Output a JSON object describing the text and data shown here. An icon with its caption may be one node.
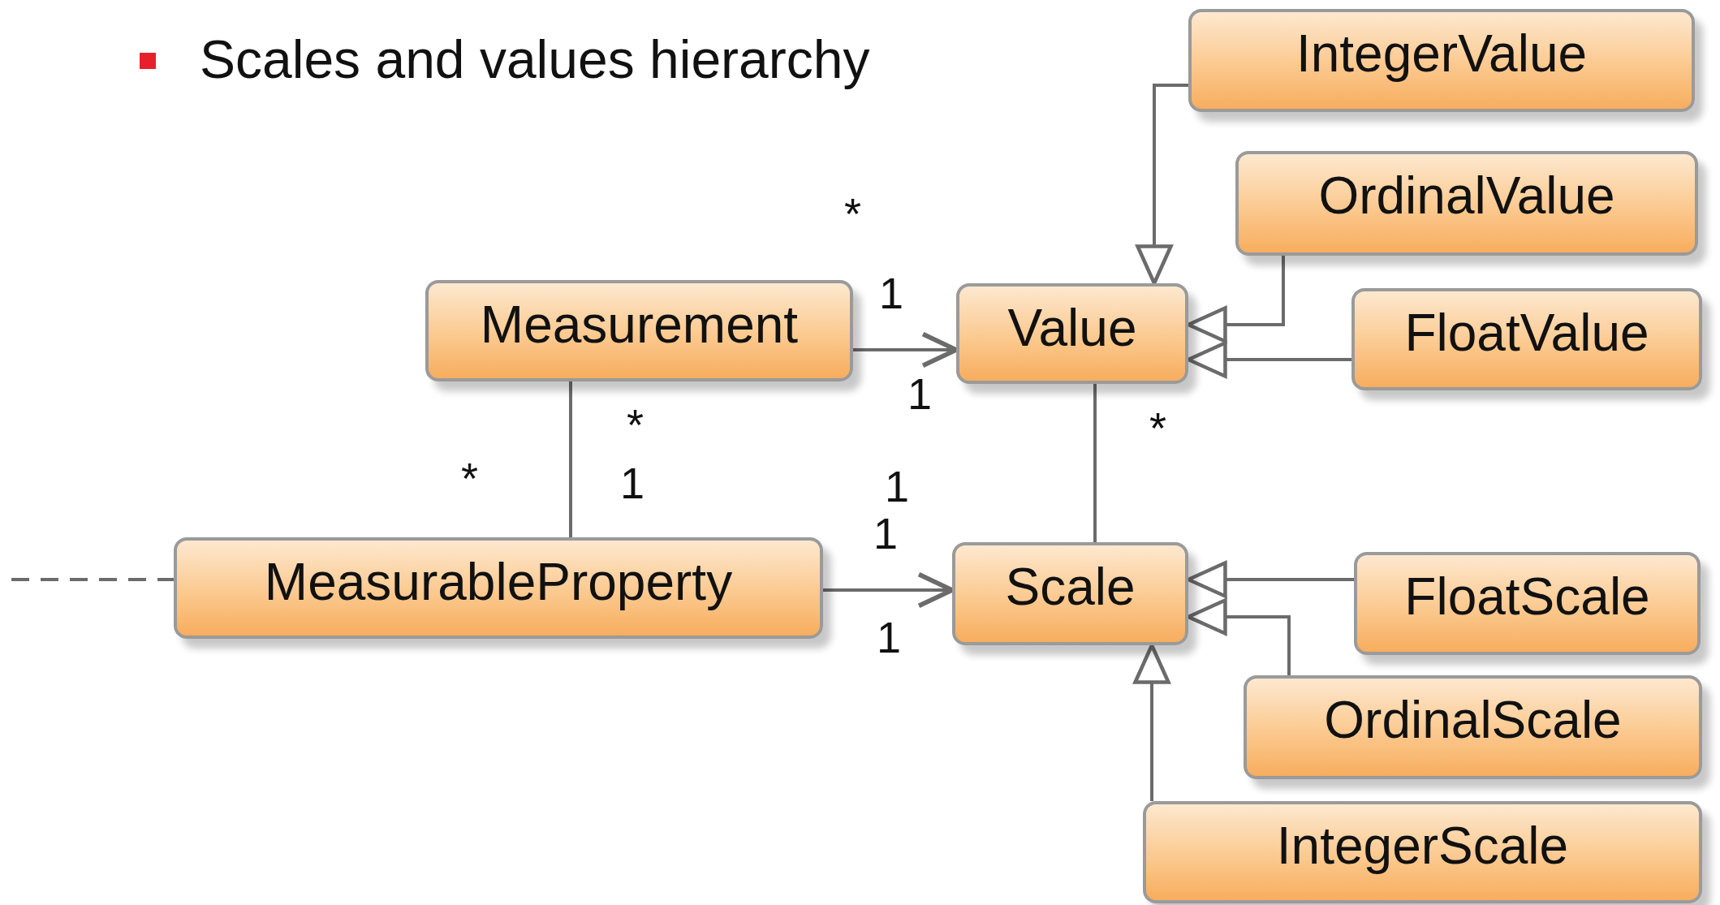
{
  "diagram": {
    "nodes": [
      {
        "text": [
          "IntegerValue"
        ]
      },
      {
        "text": [
          "OrdinalValue"
        ]
      },
      {
        "text": [
          "Measurement"
        ]
      },
      {
        "text": [
          "Value"
        ]
      },
      {
        "text": [
          "FloatValue"
        ]
      },
      {
        "text": [
          "MeasurableProperty"
        ]
      },
      {
        "text": [
          "Scale"
        ]
      },
      {
        "text": [
          "FloatScale"
        ]
      },
      {
        "text": [
          "OrdinalScale"
        ]
      },
      {
        "text": [
          "IntegerScale"
        ]
      }
    ],
    "edges": [
      {
        "from": 0,
        "to": 3,
        "arrow": "to"
      },
      {
        "from": 1,
        "to": 3,
        "arrow": "to"
      },
      {
        "from": 4,
        "to": 3,
        "arrow": "to"
      },
      {
        "from": 2,
        "to": 3,
        "arrow": "to"
      },
      {
        "from": 2,
        "to": 5,
        "arrow": "none"
      },
      {
        "from": 3,
        "to": 6,
        "arrow": "none"
      },
      {
        "from": 5,
        "to": 6,
        "arrow": "to"
      },
      {
        "from": 7,
        "to": 6,
        "arrow": "to"
      },
      {
        "from": 8,
        "to": 6,
        "arrow": "to"
      },
      {
        "from": 9,
        "to": 6,
        "arrow": "to"
      },
      {
        "from": null,
        "to": 5,
        "arrow": "none",
        "style": "dashed"
      }
    ],
    "labels": [
      "Scales and values hierarchy",
      "*",
      "1",
      "1",
      "*",
      "*",
      "1",
      "*",
      "1",
      "1",
      "1"
    ]
  }
}
